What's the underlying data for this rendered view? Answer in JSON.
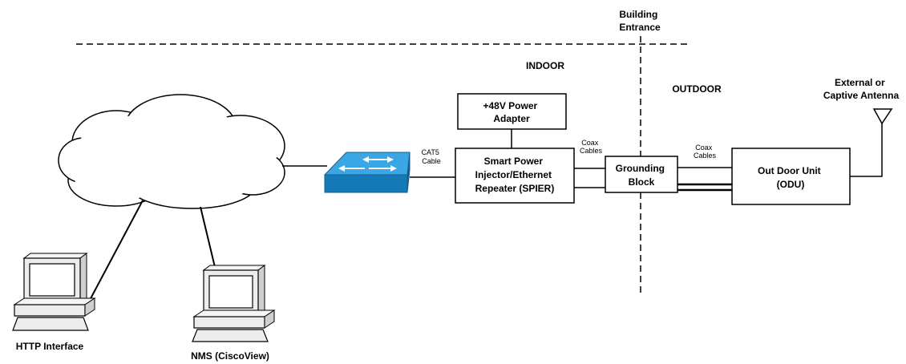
{
  "boundary": {
    "building_entrance": [
      "Building",
      "Entrance"
    ],
    "indoor": "INDOOR",
    "outdoor": "OUTDOOR"
  },
  "nodes": {
    "power_adapter": [
      "+48V Power",
      "Adapter"
    ],
    "spier": [
      "Smart Power",
      "Injector/Ethernet",
      "Repeater (SPIER)"
    ],
    "grounding_block": [
      "Grounding",
      "Block"
    ],
    "odu": [
      "Out Door Unit",
      "(ODU)"
    ],
    "antenna": [
      "External or",
      "Captive Antenna"
    ],
    "http_interface": "HTTP Interface",
    "nms": "NMS (CiscoView)"
  },
  "cables": {
    "cat5": [
      "CAT5",
      "Cable"
    ],
    "coax_left": [
      "Coax",
      "Cables"
    ],
    "coax_right": [
      "Coax",
      "Cables"
    ]
  },
  "colors": {
    "switch_top": "#3aa6e3",
    "switch_side": "#1579b8",
    "computer_fill": "#ececec",
    "computer_screen": "#ffffff"
  }
}
